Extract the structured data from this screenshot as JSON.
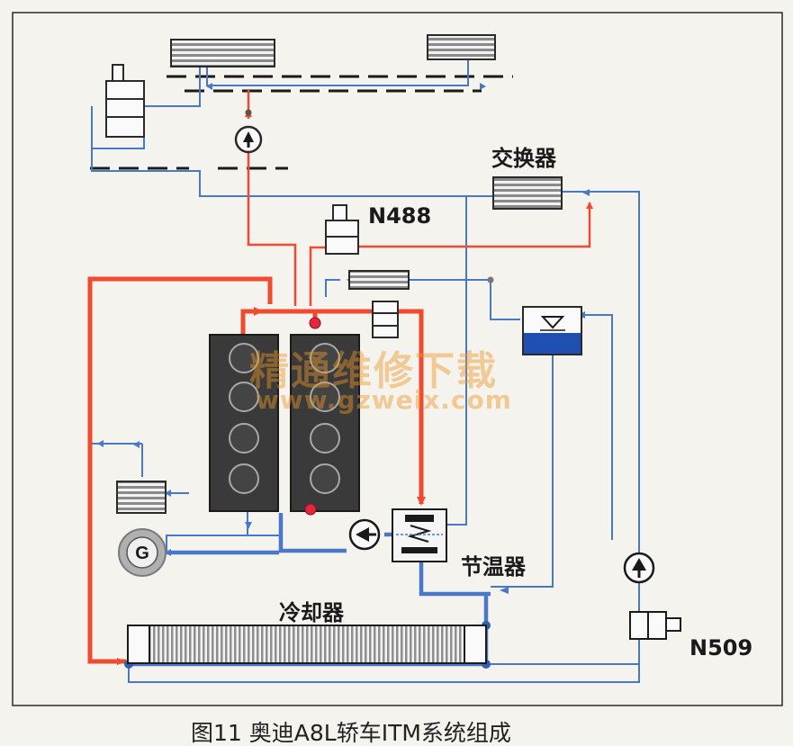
{
  "caption": "图11 奥迪A8L轿车ITM系统组成",
  "labels": {
    "heat_exchanger": "交换器",
    "valve_n488": "N488",
    "thermostat": "节温器",
    "radiator": "冷却器",
    "valve_n509": "N509"
  },
  "watermark": {
    "line1": "精通维修下载",
    "line2": "www.gzweix.com"
  },
  "colors": {
    "hot_coolant": "#f04a30",
    "cold_coolant": "#4a78c8",
    "reservoir_fill": "#1f4fb0",
    "frame": "#2a2a2a"
  }
}
